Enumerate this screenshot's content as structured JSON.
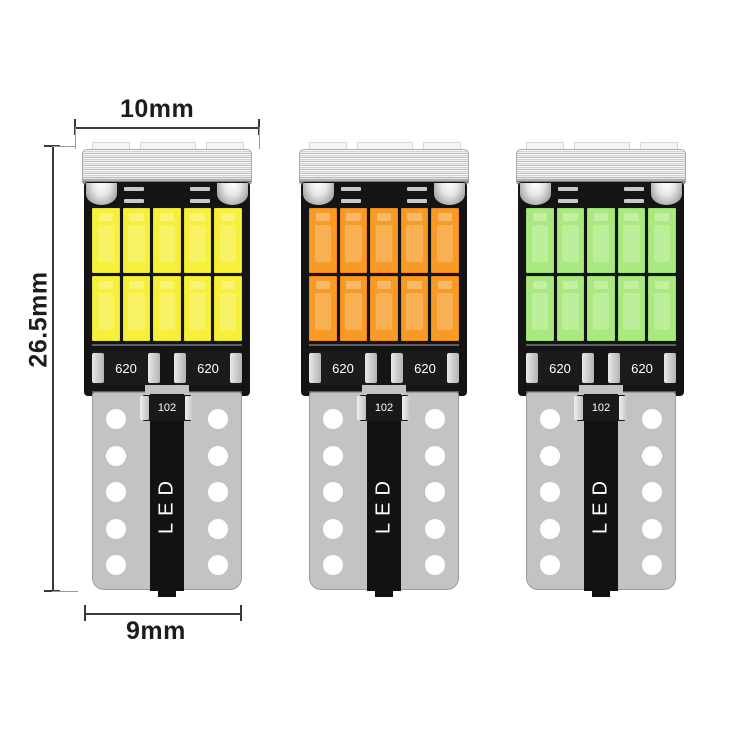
{
  "product": {
    "type": "T10 W5W LED car bulb",
    "view": "three color variants, front view with dimension callouts"
  },
  "dimensions": {
    "width": "10mm",
    "height": "26.5mm",
    "depth": "9mm"
  },
  "components": {
    "resistor_code": "620",
    "capacitor_code": "102",
    "strip_text": "LED",
    "resistor_count_per_bulb": 2,
    "led_chip_count_per_bulb": 10,
    "led_grid": {
      "columns": 5,
      "rows": 2
    },
    "via_count_per_side": 5
  },
  "bulbs": [
    {
      "name": "white-yellow-bulb",
      "color_label": "white",
      "chip_color": "#f6f03c",
      "chip_edge": "#e7e12f"
    },
    {
      "name": "amber-bulb",
      "color_label": "amber",
      "chip_color": "#f79a26",
      "chip_edge": "#e8891a"
    },
    {
      "name": "green-bulb",
      "color_label": "green",
      "chip_color": "#a9e97f",
      "chip_edge": "#9ade6f"
    }
  ],
  "colors": {
    "background": "#ffffff",
    "body_black": "#141414",
    "pcb_grey": "#c3c3c3",
    "cap_silver": "#d2d2d2",
    "dimension_line": "#3a3a3a",
    "text": "#1d1d1d"
  }
}
